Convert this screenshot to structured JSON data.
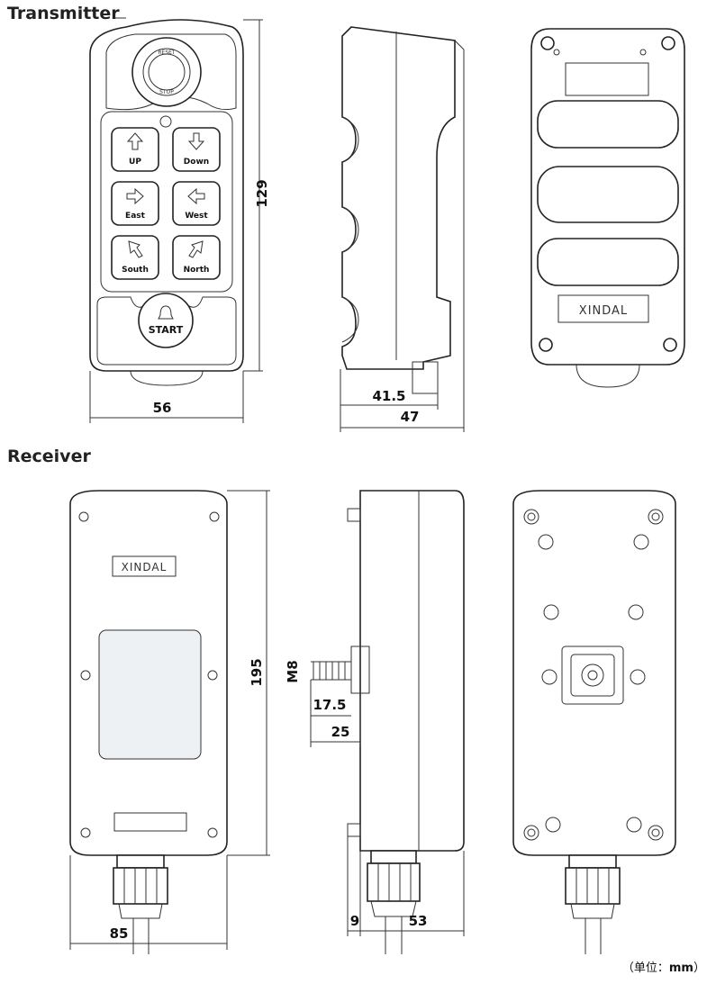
{
  "titles": {
    "transmitter": "Transmitter",
    "receiver": "Receiver"
  },
  "unit_note": {
    "prefix": "（单位：",
    "unit": "mm",
    "suffix": "）"
  },
  "transmitter": {
    "stop_top": "RESET",
    "stop_bottom": "STOP",
    "buttons": [
      "UP",
      "Down",
      "East",
      "West",
      "South",
      "North"
    ],
    "start": "START",
    "brand": "XINDAL",
    "dims": {
      "height": "129",
      "width": "56",
      "depth_inner": "41.5",
      "depth": "47"
    }
  },
  "receiver": {
    "brand": "XINDAL",
    "dims": {
      "height": "195",
      "width": "85",
      "thread": "M8",
      "bolt_len": "17.5",
      "bolt_total": "25",
      "offset": "9",
      "depth": "53"
    }
  },
  "colors": {
    "stroke": "#222222",
    "panel": "#eef1f4"
  }
}
